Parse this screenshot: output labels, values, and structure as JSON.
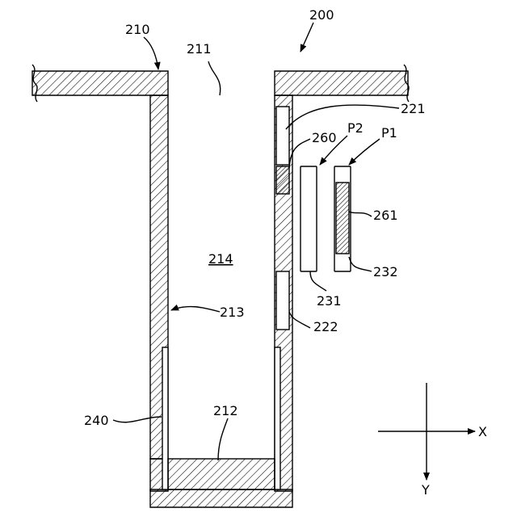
{
  "labels": {
    "ref_200": "200",
    "ref_210": "210",
    "ref_211": "211",
    "ref_212": "212",
    "ref_213": "213",
    "ref_214": "214",
    "ref_221": "221",
    "ref_222": "222",
    "ref_231": "231",
    "ref_232": "232",
    "ref_240": "240",
    "ref_260": "260",
    "ref_261": "261",
    "ref_p1": "P1",
    "ref_p2": "P2",
    "axis_x": "X",
    "axis_y": "Y"
  }
}
